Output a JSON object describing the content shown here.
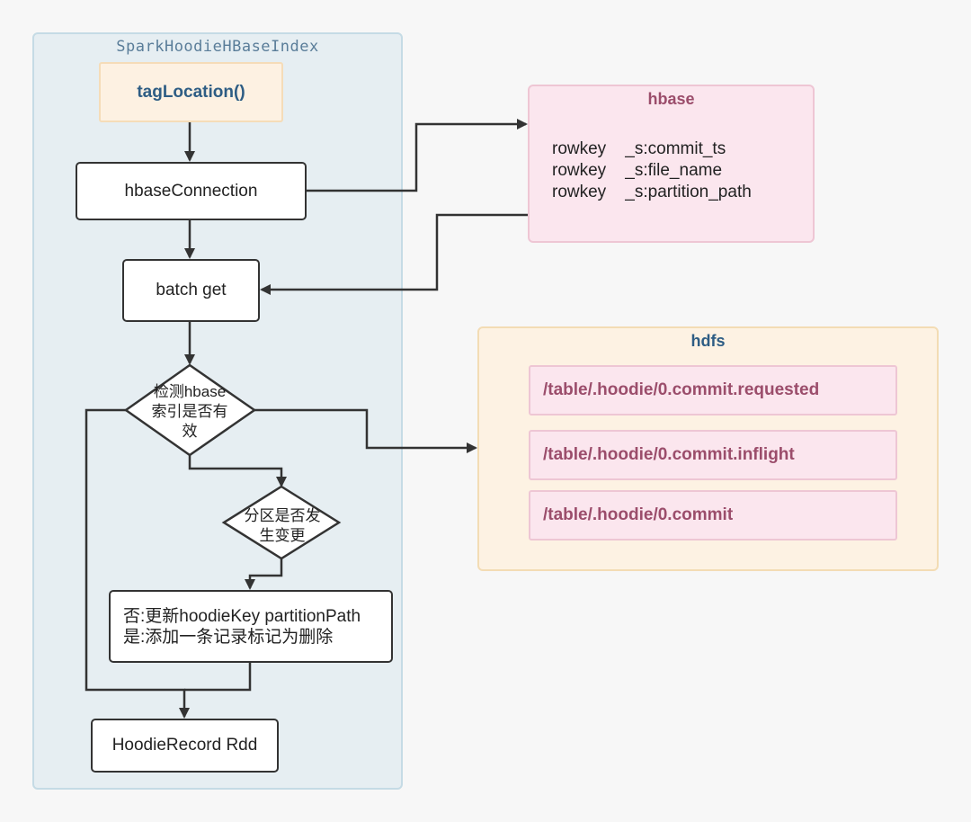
{
  "spark_group": {
    "title": "SparkHoodieHBaseIndex"
  },
  "nodes": {
    "tag_location": "tagLocation()",
    "hbase_connection": "hbaseConnection",
    "batch_get": "batch get",
    "check_index": [
      "检测hbase",
      "索引是否有",
      "效"
    ],
    "partition_changed": [
      "分区是否发",
      "生变更"
    ],
    "update": [
      "否:更新hoodieKey partitionPath",
      "是:添加一条记录标记为删除"
    ],
    "hoodie_record": "HoodieRecord Rdd"
  },
  "hbase": {
    "title": "hbase",
    "rows": [
      "rowkey    _s:commit_ts",
      "rowkey    _s:file_name",
      "rowkey    _s:partition_path"
    ]
  },
  "hdfs": {
    "title": "hdfs",
    "files": [
      "/table/.hoodie/0.commit.requested",
      "/table/.hoodie/0.commit.inflight",
      "/table/.hoodie/0.commit"
    ]
  },
  "colors": {
    "spark_bg": "#e6eef2",
    "hdfs_bg": "#fdf2e3",
    "hbase_bg": "#fbe6ee",
    "title_blue": "#2e5d84",
    "title_pink": "#9b4d6b"
  }
}
